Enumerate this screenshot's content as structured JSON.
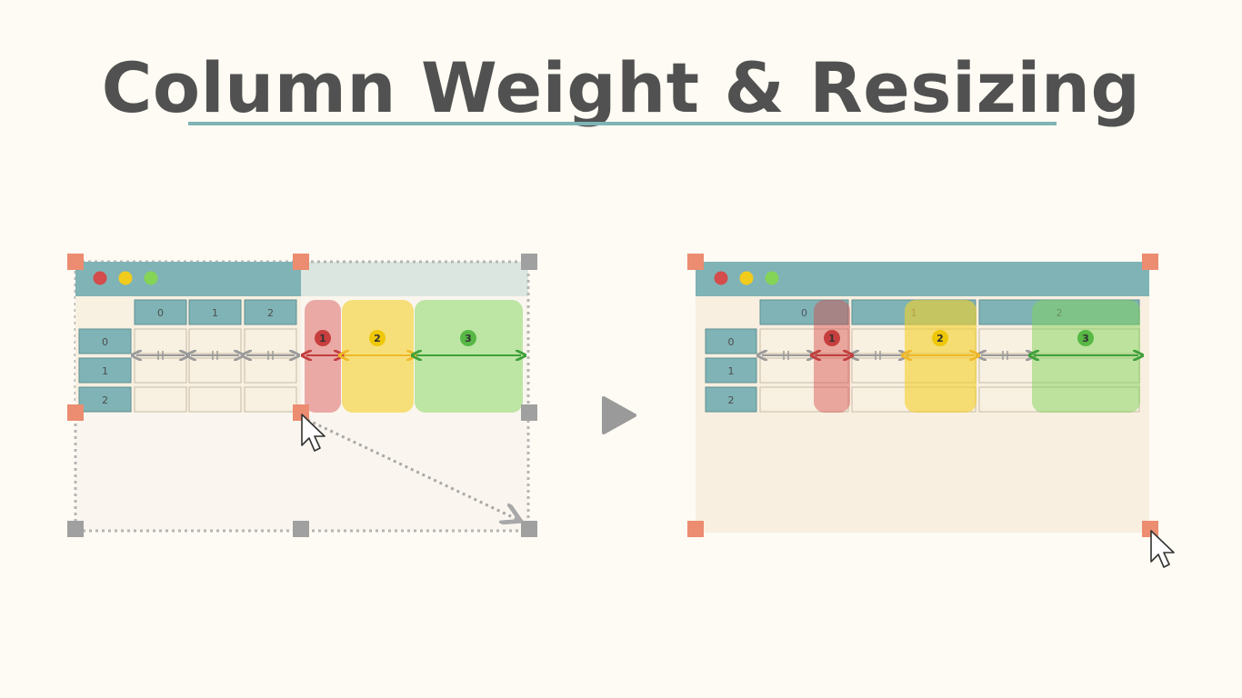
{
  "title": "Column Weight & Resizing",
  "before": {
    "column_headers": [
      "0",
      "1",
      "2"
    ],
    "row_headers": [
      "0",
      "1",
      "2"
    ],
    "weighted_columns": [
      "1",
      "2",
      "3"
    ]
  },
  "after": {
    "column_headers": [
      "0",
      "1",
      "2"
    ],
    "row_headers": [
      "0",
      "1",
      "2"
    ],
    "weighted_columns": [
      "1",
      "2",
      "3"
    ]
  },
  "colors": {
    "background": "#fdfbf3",
    "titlebar": "#7fb3b6",
    "cell_fill": "#f8f0e1",
    "handle_orange": "#ec8c70",
    "handle_gray": "#a0a0a0",
    "weight_1": "#d84b4b",
    "weight_2": "#f4d12a",
    "weight_3": "#7fd45a",
    "dot_red": "#d44c4c",
    "dot_yellow": "#f2cc1c",
    "dot_green": "#84d456"
  },
  "icons": {
    "arrow": "play-triangle-icon",
    "cursor": "mouse-pointer-icon"
  }
}
